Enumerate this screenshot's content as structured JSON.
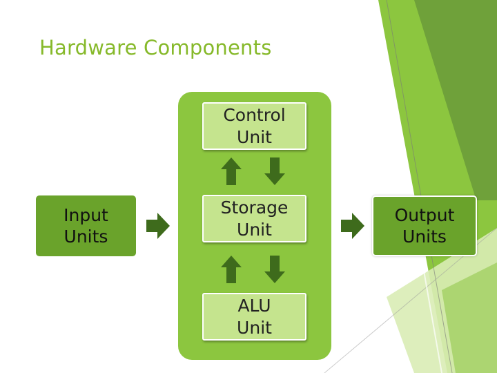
{
  "slide": {
    "title": "Hardware Components"
  },
  "colors": {
    "title": "#86b92a",
    "panel": "#8cc63f",
    "light_box": "#c5e48e",
    "dark_box": "#6aa32b",
    "arrow": "#3e6b1c",
    "decor_green": "#8cc63f",
    "decor_dark": "#6b9c3a",
    "decor_pale": "#d9ecb5"
  },
  "diagram": {
    "control_unit": "Control\nUnit",
    "storage_unit": "Storage\nUnit",
    "alu_unit": "ALU\nUnit",
    "input_units": "Input\nUnits",
    "output_units": "Output\nUnits"
  },
  "icons": {
    "right_arrow": "right-arrow-icon",
    "up_arrow": "up-arrow-icon",
    "down_arrow": "down-arrow-icon"
  }
}
